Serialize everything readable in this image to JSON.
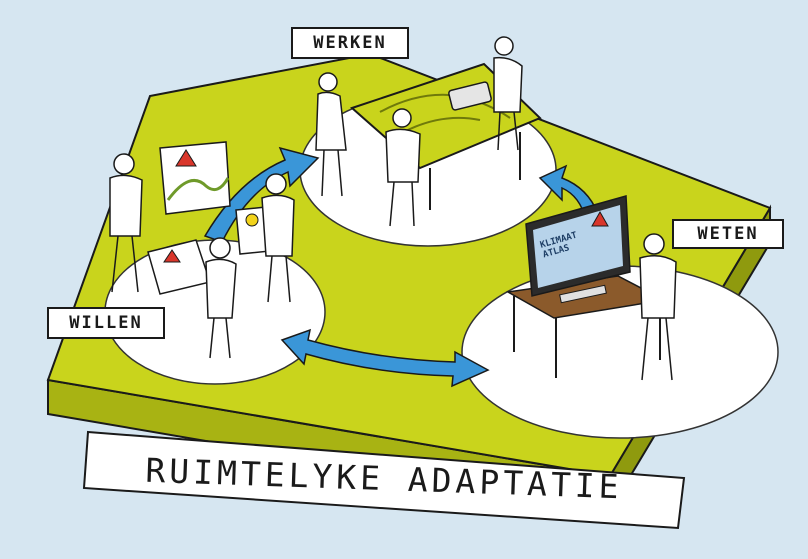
{
  "labels": {
    "werken": "WERKEN",
    "weten": "WETEN",
    "willen": "WILLEN"
  },
  "title": "RUIMTELYKE ADAPTATIE",
  "screen_text": "KLIMAAT ATLAS",
  "colors": {
    "background": "#d6e6f1",
    "platform_top": "#c9d41c",
    "platform_side": "#a8b313",
    "circle": "#ffffff",
    "arrow": "#3a96d8",
    "warning": "#d9362b"
  }
}
